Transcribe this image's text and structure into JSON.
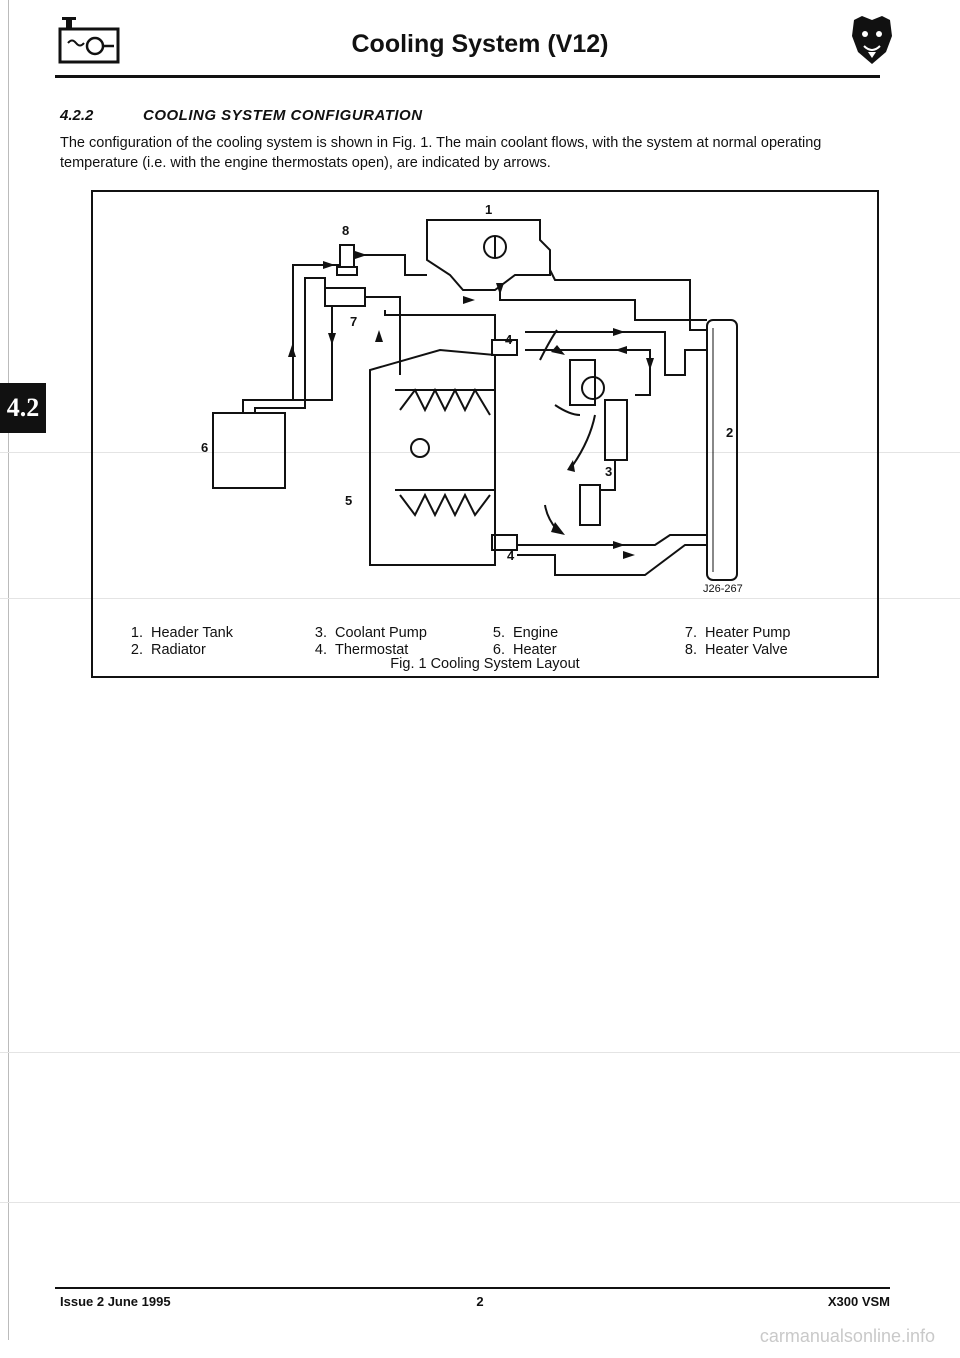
{
  "header": {
    "title": "Cooling System (V12)"
  },
  "side_tab": "4.2",
  "section": {
    "number": "4.2.2",
    "title": "COOLING SYSTEM CONFIGURATION"
  },
  "intro": "The configuration of the cooling system is shown in Fig. 1. The main coolant flows, with the system at normal operating temperature (i.e. with the engine thermostats open), are indicated by arrows.",
  "figure": {
    "ref": "J26-267",
    "callouts": [
      "1",
      "2",
      "3",
      "4",
      "4",
      "5",
      "6",
      "7",
      "8"
    ],
    "legend": [
      {
        "num": "1.",
        "label": "Header Tank"
      },
      {
        "num": "2.",
        "label": "Radiator"
      },
      {
        "num": "3.",
        "label": "Coolant Pump"
      },
      {
        "num": "4.",
        "label": "Thermostat"
      },
      {
        "num": "5.",
        "label": "Engine"
      },
      {
        "num": "6.",
        "label": "Heater"
      },
      {
        "num": "7.",
        "label": "Heater Pump"
      },
      {
        "num": "8.",
        "label": "Heater Valve"
      }
    ],
    "caption": "Fig. 1 Cooling System Layout"
  },
  "footer": {
    "left": "Issue 2 June 1995",
    "center": "2",
    "right": "X300 VSM"
  },
  "watermark": "carmanualsonline.info"
}
